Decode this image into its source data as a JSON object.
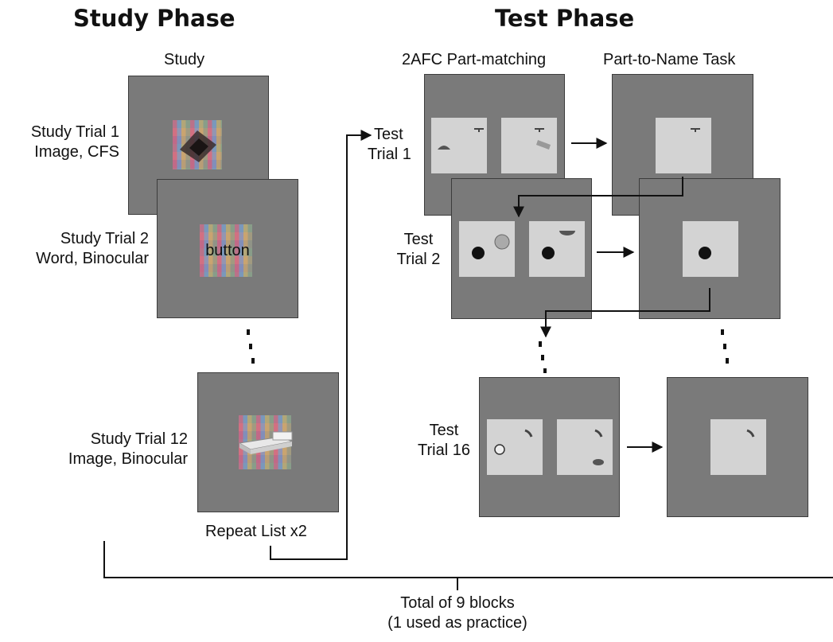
{
  "headings": {
    "study_phase": "Study Phase",
    "test_phase": "Test Phase"
  },
  "columns": {
    "study": "Study",
    "two_afc": "2AFC Part-matching",
    "part_to_name": "Part-to-Name Task"
  },
  "study_trials": [
    {
      "title": "Study Trial 1",
      "detail": "Image, CFS"
    },
    {
      "title": "Study Trial 2",
      "detail": "Word, Binocular",
      "word": "button"
    },
    {
      "title": "Study Trial 12",
      "detail": "Image, Binocular"
    }
  ],
  "repeat_label": "Repeat List x2",
  "test_trials": [
    {
      "line1": "Test",
      "line2": "Trial 1"
    },
    {
      "line1": "Test",
      "line2": "Trial 2"
    },
    {
      "line1": "Test",
      "line2": "Trial 16"
    }
  ],
  "footer": {
    "line1": "Total of 9 blocks",
    "line2": "(1 used as practice)"
  },
  "colors": {
    "screen_gray": "#7a7a7a",
    "card_gray": "#d3d3d3",
    "line": "#111111"
  }
}
